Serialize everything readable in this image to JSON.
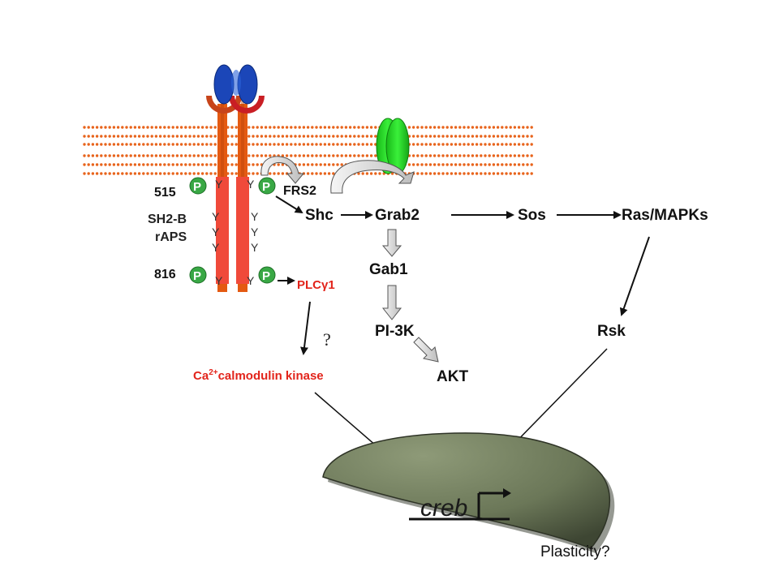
{
  "colors": {
    "membrane": "#e8641c",
    "receptor_stalk": "#e45a12",
    "receptor_domain": "#f04a3a",
    "ligand": "#1b46b8",
    "phospho": "#39a845",
    "channel": "#2ee02e",
    "nucleus": "#6b7758",
    "text_red": "#e2241b"
  },
  "receptor": {
    "site_515": "515",
    "site_816": "816",
    "adaptors_line1": "SH2-B",
    "adaptors_line2": "rAPS",
    "tyrosine_letter": "Y",
    "phospho_letter": "P"
  },
  "nodes": {
    "frs2": "FRS2",
    "shc": "Shc",
    "grab2": "Grab2",
    "sos": "Sos",
    "ras_mapks": "Ras/MAPKs",
    "gab1": "Gab1",
    "plcg1": "PLCγ1",
    "pi3k": "PI-3K",
    "akt": "AKT",
    "rsk": "Rsk",
    "camk_sup": "2+",
    "camk_prefix": "Ca",
    "camk_suffix": "calmodulin kinase",
    "question": "?"
  },
  "nucleus": {
    "gene": "creb",
    "outcome": "Plasticity?"
  }
}
